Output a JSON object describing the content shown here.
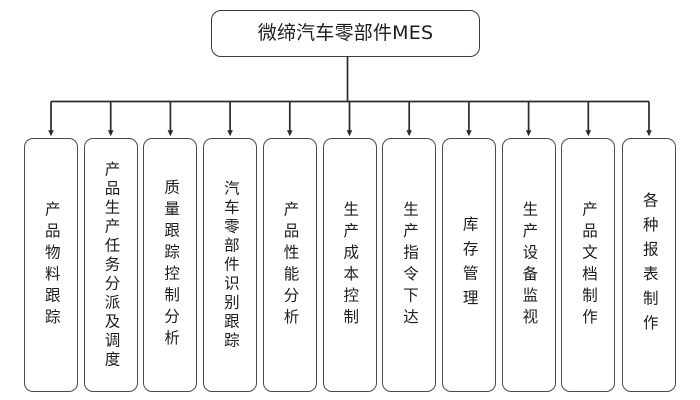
{
  "diagram": {
    "type": "organization-tree",
    "orientation": "top-down",
    "root": {
      "label": "微缔汽车零部件MES"
    },
    "leaves": [
      {
        "label": "产品物料跟踪"
      },
      {
        "label": "产品生产任务分派及调度"
      },
      {
        "label": "质量跟踪控制分析"
      },
      {
        "label": "汽车零部件识别跟踪"
      },
      {
        "label": "产品性能分析"
      },
      {
        "label": "生产成本控制"
      },
      {
        "label": "生产指令下达"
      },
      {
        "label": "库存管理"
      },
      {
        "label": "生产设备监视"
      },
      {
        "label": "产品文档制作"
      },
      {
        "label": "各种报表制作"
      }
    ],
    "colors": {
      "background": "#ffffff",
      "box_border": "#4a4a4a",
      "root_border": "#3a3a3a",
      "text": "#1d1d1d",
      "connector": "#2b2b2b"
    }
  }
}
